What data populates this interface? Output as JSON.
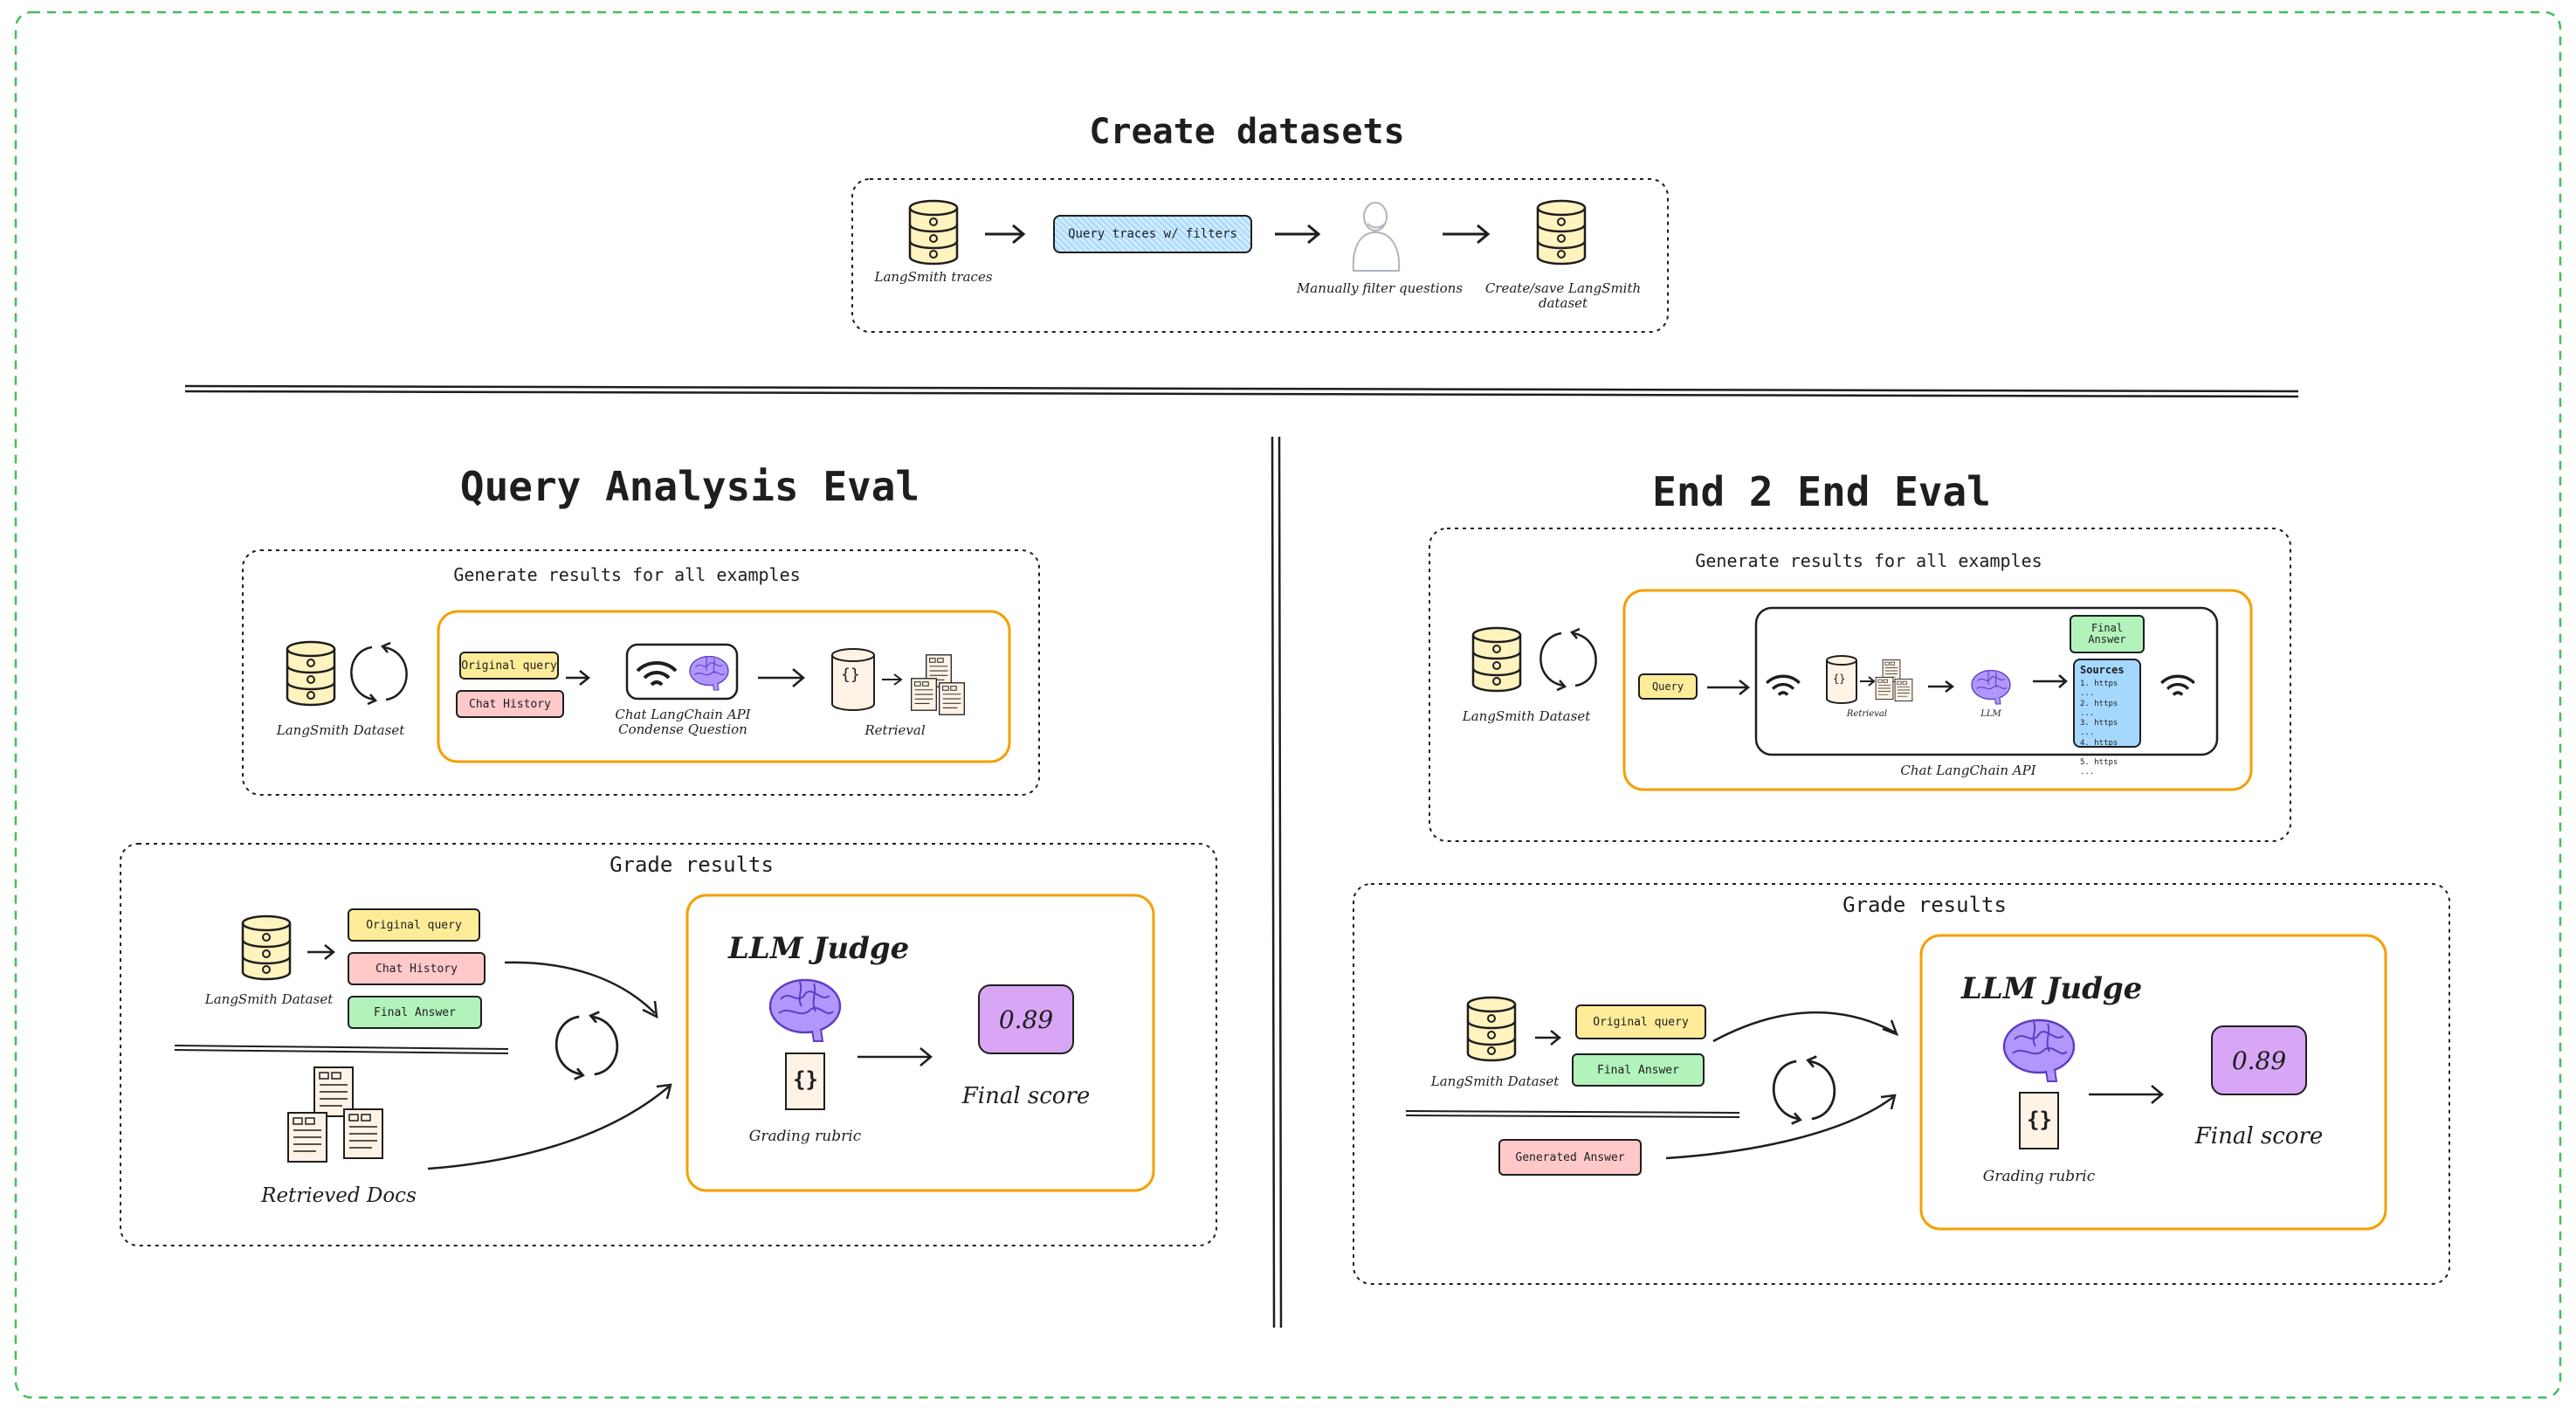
{
  "colors": {
    "frame": "#40c057",
    "orange_box": "#f59f00",
    "yellow_chip": "#ffec99",
    "red_chip": "#ffc9c9",
    "green_chip": "#b2f2bb",
    "blue_chip": "#a5d8ff",
    "score_box": "#d8a6f5",
    "brain": "#9775fa",
    "database": "#fff3bf"
  },
  "create": {
    "title": "Create datasets",
    "traces_label": "LangSmith traces",
    "query_label": "Query traces w/ filters",
    "filter_label": "Manually filter questions",
    "save_label": "Create/save LangSmith dataset"
  },
  "qa": {
    "title": "Query Analysis Eval",
    "generate": {
      "title": "Generate results for all examples",
      "dataset_label": "LangSmith Dataset",
      "original_query": "Original query",
      "chat_history": "Chat History",
      "api_label": "Chat LangChain API Condense Question",
      "retrieval_label": "Retrieval",
      "json_icon": "{}"
    },
    "grade": {
      "title": "Grade results",
      "dataset_label": "LangSmith Dataset",
      "original_query": "Original query",
      "chat_history": "Chat History",
      "final_answer": "Final Answer",
      "retrieved_docs": "Retrieved Docs",
      "judge_title": "LLM Judge",
      "rubric_label": "Grading rubric",
      "rubric_icon": "{}",
      "score": "0.89",
      "score_label": "Final score"
    }
  },
  "e2e": {
    "title": "End 2 End Eval",
    "generate": {
      "title": "Generate results for all examples",
      "dataset_label": "LangSmith Dataset",
      "query": "Query",
      "retrieval_label": "Retrieval",
      "json_icon": "{}",
      "llm_label": "LLM",
      "final_answer": "Final Answer",
      "sources_title": "Sources",
      "sources": [
        "1. https ...",
        "2. https ...",
        "3. https ...",
        "4. https ...",
        "5. https ..."
      ],
      "api_label": "Chat LangChain API"
    },
    "grade": {
      "title": "Grade results",
      "dataset_label": "LangSmith Dataset",
      "original_query": "Original query",
      "final_answer": "Final Answer",
      "generated_answer": "Generated Answer",
      "judge_title": "LLM Judge",
      "rubric_label": "Grading rubric",
      "rubric_icon": "{}",
      "score": "0.89",
      "score_label": "Final score"
    }
  }
}
